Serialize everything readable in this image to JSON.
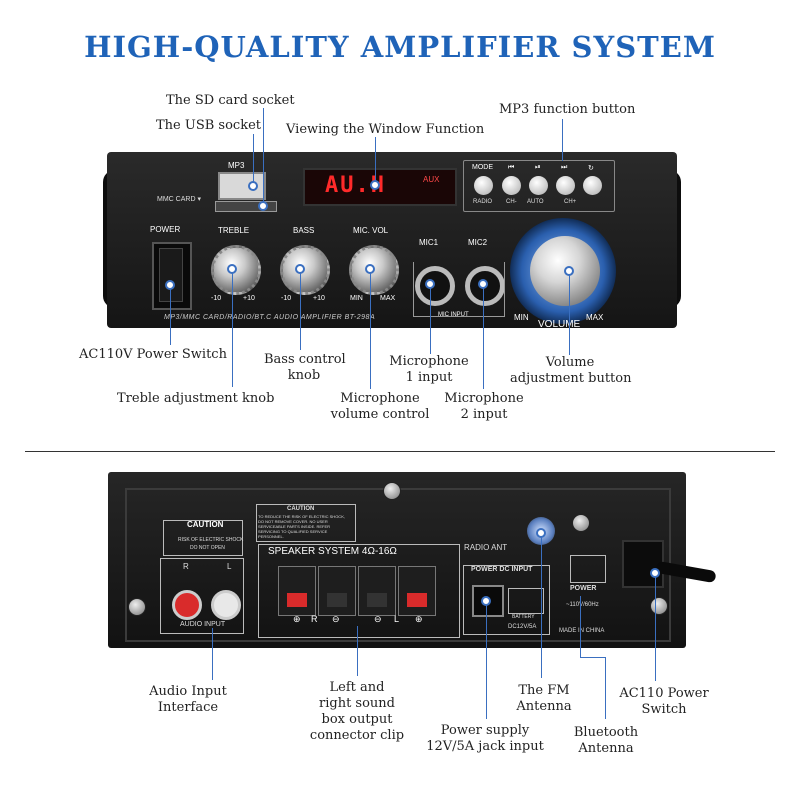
{
  "title": "HIGH-QUALITY AMPLIFIER SYSTEM",
  "front_labels": {
    "sd_socket": "The SD card socket",
    "usb_socket": "The USB socket",
    "window": "Viewing the Window Function",
    "mp3_button": "MP3 function button",
    "power_switch": "AC110V Power Switch",
    "bass_1": "Bass control",
    "bass_2": "knob",
    "treble": "Treble adjustment knob",
    "mic1_1": "Microphone",
    "mic1_2": "1 input",
    "micvol_1": "Microphone",
    "micvol_2": "volume control",
    "mic2_1": "Microphone",
    "mic2_2": "2 input",
    "volume_1": "Volume",
    "volume_2": "adjustment button"
  },
  "front_panel": {
    "display_text": "AU.H",
    "display_mode": "AUX",
    "usb_label": "MP3",
    "mmc_label": "MMC CARD ▾",
    "power_label": "POWER",
    "treble_label": "TREBLE",
    "bass_label": "BASS",
    "micvol_label": "MIC. VOL",
    "scale_neg": "-10",
    "scale_pos": "+10",
    "scale_min": "MIN",
    "scale_max": "MAX",
    "mic1_label": "MIC1",
    "mic2_label": "MIC2",
    "mic_input_label": "MIC INPUT",
    "mode_label": "MODE",
    "mp3_icons": [
      "⏮",
      "⏯",
      "⏭",
      "↻"
    ],
    "sub_radio": "RADIO",
    "sub_ch_minus": "CH-",
    "sub_auto": "AUTO",
    "sub_ch_plus": "CH+",
    "vol_min": "MIN",
    "vol_label": "VOLUME",
    "vol_max": "MAX",
    "model": "MP3/MMC CARD/RADIO/BT.C AUDIO AMPLIFIER BT-298A"
  },
  "rear_labels": {
    "audio_1": "Audio Input",
    "audio_2": "Interface",
    "speaker_1": "Left and",
    "speaker_2": "right sound",
    "speaker_3": "box output",
    "speaker_4": "connector clip",
    "power_supply_1": "Power supply",
    "power_supply_2": "12V/5A jack input",
    "fm_1": "The FM",
    "fm_2": "Antenna",
    "bt_1": "Bluetooth",
    "bt_2": "Antenna",
    "ac_1": "AC110 Power",
    "ac_2": "Switch"
  },
  "rear_panel": {
    "caution_left": "CAUTION",
    "caution_left_sub_1": "RISK OF ELECTRIC SHOCK",
    "caution_left_sub_2": "DO NOT OPEN",
    "caution_top": "CAUTION",
    "caution_top_text": "TO REDUCE THE RISK OF ELECTRIC SHOCK, DO NOT REMOVE COVER. NO USER SERVICEABLE PARTS INSIDE. REFER SERVICING TO QUALIFIED SERVICE PERSONNEL.",
    "rca_r": "R",
    "rca_l": "L",
    "audio_input": "AUDIO INPUT",
    "speaker_system": "SPEAKER SYSTEM 4Ω-16Ω",
    "radio_ant": "RADIO ANT",
    "power_dc_input": "POWER DC INPUT",
    "battery": "BATTERY",
    "dc_rating": "DC12V/5A",
    "power": "POWER",
    "ac_rating": "~110V/60Hz",
    "made_in": "MADE IN CHINA"
  },
  "colors": {
    "title": "#1f63b8",
    "leader": "#3a6fc0",
    "terminal_red": "#d92b2b"
  }
}
